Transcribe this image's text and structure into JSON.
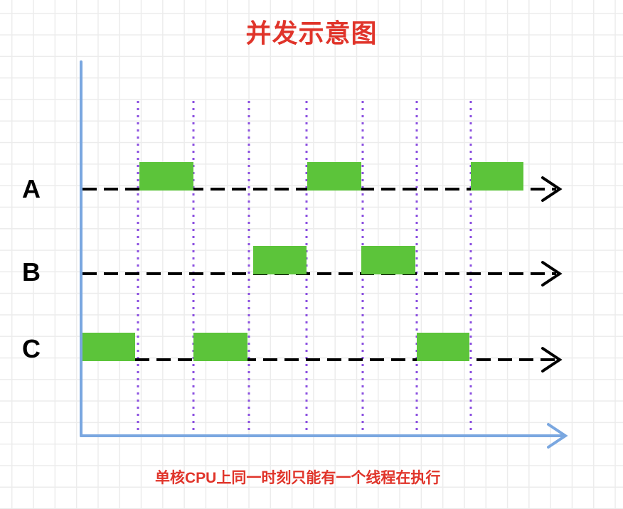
{
  "title": "并发示意图",
  "caption": "单核CPU上同一时刻只能有一个线程在执行",
  "colors": {
    "title": "#e0342a",
    "caption": "#e0342a",
    "axis": "#7aa7e0",
    "timeslice_divider": "#8b4fe0",
    "active_block": "#5cc43a",
    "thread_line": "#000000",
    "grid": "#ececec"
  },
  "threads": [
    {
      "label": "A",
      "active_slots": [
        1,
        4,
        7
      ]
    },
    {
      "label": "B",
      "active_slots": [
        3,
        5
      ]
    },
    {
      "label": "C",
      "active_slots": [
        0,
        2,
        6
      ]
    }
  ],
  "time_slots": 8,
  "icons": {
    "thread_arrow": "arrow-right-icon",
    "x_axis_arrow": "arrow-right-icon"
  }
}
